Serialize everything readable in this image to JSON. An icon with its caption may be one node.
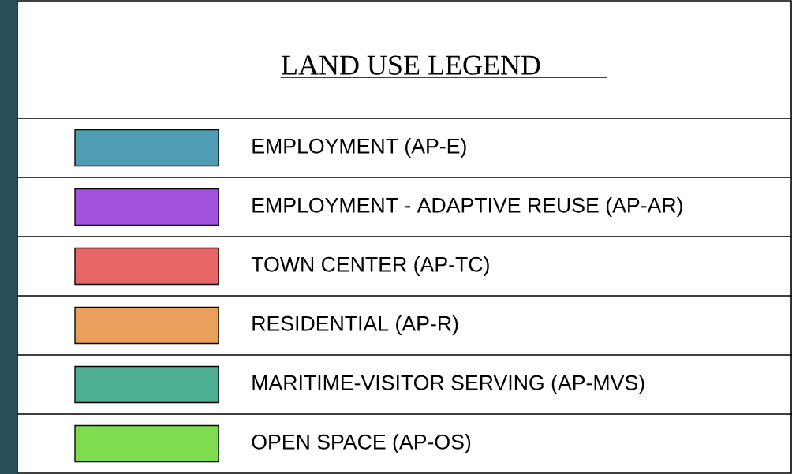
{
  "diagram": {
    "title": "LAND USE LEGEND",
    "legend": [
      {
        "text": "EMPLOYMENT (AP-E)",
        "color": "#4e9db2"
      },
      {
        "text": "EMPLOYMENT - ADAPTIVE REUSE (AP-AR)",
        "color": "#a352e0"
      },
      {
        "text": "TOWN CENTER (AP-TC)",
        "color": "#e86666"
      },
      {
        "text": "RESIDENTIAL (AP-R)",
        "color": "#e8a05c"
      },
      {
        "text": "MARITIME-VISITOR SERVING (AP-MVS)",
        "color": "#4eae94"
      },
      {
        "text": "OPEN SPACE (AP-OS)",
        "color": "#7edc4e"
      }
    ]
  }
}
